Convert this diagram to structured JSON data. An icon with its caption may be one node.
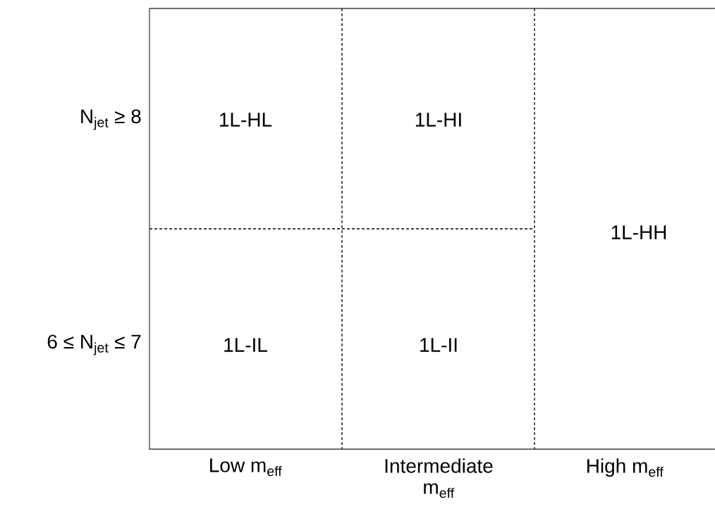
{
  "diagram": {
    "nodes": [
      {
        "text": [
          "1L-HL"
        ]
      },
      {
        "text": [
          "1L-HI"
        ]
      },
      {
        "text": [
          "1L-HH"
        ]
      },
      {
        "text": [
          "1L-IL"
        ]
      },
      {
        "text": [
          "1L-II"
        ]
      }
    ],
    "labels": [
      "N$_{jet}$ ≥ 8",
      "6 ≤ N$_{jet}$ ≤ 7",
      "Low m$_{eff}$",
      "Intermediate m$_{eff}$",
      "High m$_{eff}$"
    ]
  }
}
